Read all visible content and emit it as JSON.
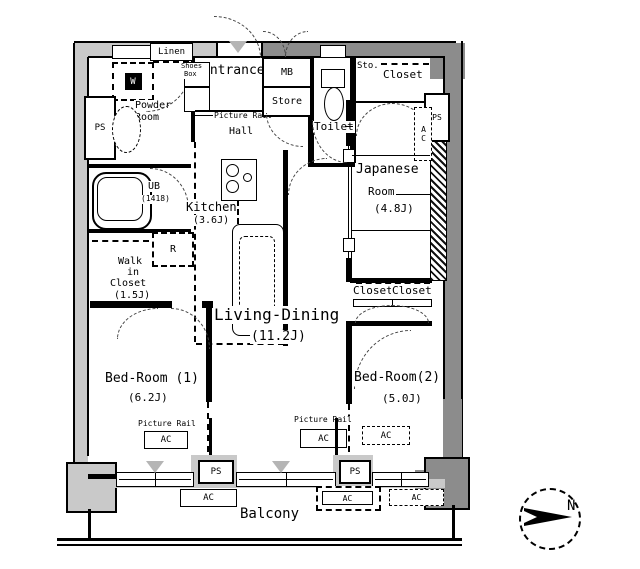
{
  "colors": {
    "wall_dark": "#8c8c8c",
    "wall_light": "#c9c9c9",
    "line": "#000000",
    "background": "#ffffff",
    "marker_gray": "#b5b5b5"
  },
  "labels": {
    "linen": "Linen",
    "washer": "W",
    "ps": "PS",
    "shoes_box_line1": "Shoes",
    "shoes_box_line2": "Box",
    "entrance": "Entrance",
    "mb": "MB",
    "store": "Store",
    "picture_rail": "Picture Rail",
    "hall": "Hall",
    "toilet": "Toilet",
    "sto": "Sto.",
    "closet": "Closet",
    "ac": "AC",
    "fridge": "R",
    "balcony": "Balcony",
    "compass_north": "N"
  },
  "rooms": {
    "powder_room": {
      "line1": "Powder",
      "line2": "Room"
    },
    "ub": {
      "name": "UB",
      "size": "(1418)"
    },
    "kitchen": {
      "name": "Kitchen",
      "size": "(3.6J)"
    },
    "japanese_room": {
      "line1": "Japanese",
      "line2": "Room",
      "size": "(4.8J)"
    },
    "walk_in_closet": {
      "line1": "Walk",
      "line2": "in",
      "line3": "Closet",
      "size": "(1.5J)"
    },
    "living_dining": {
      "name": "Living-Dining",
      "size": "(11.2J)"
    },
    "bed_room_1": {
      "name": "Bed-Room (1)",
      "size": "(6.2J)"
    },
    "bed_room_2": {
      "name": "Bed-Room(2)",
      "size": "(5.0J)"
    }
  }
}
